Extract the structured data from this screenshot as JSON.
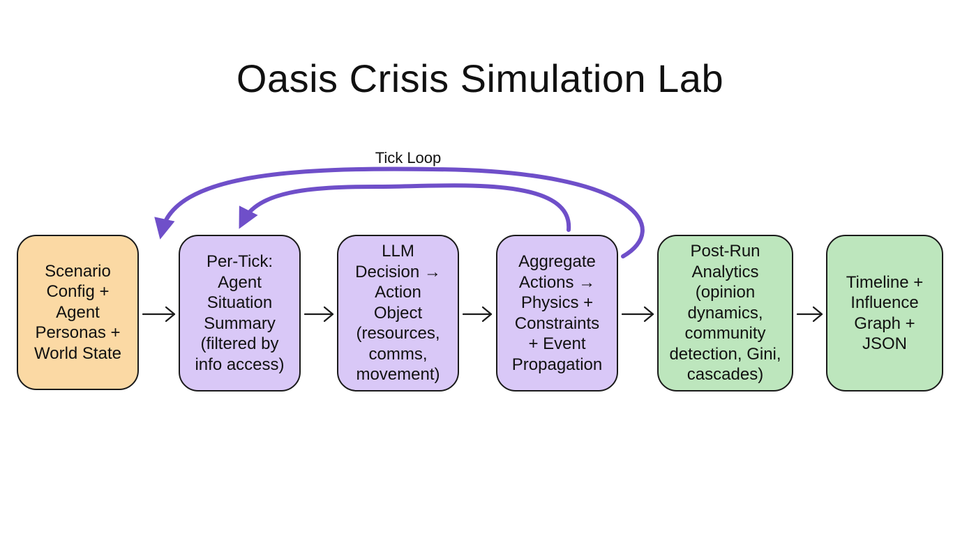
{
  "diagram": {
    "title": "Oasis Crisis Simulation Lab",
    "loop_label": "Tick Loop",
    "colors": {
      "input": "#fbd9a4",
      "loop": "#d9c8f7",
      "output": "#bde6bd",
      "loop_arrow": "#6f4fc9",
      "stroke": "#1a1a1a"
    },
    "nodes": [
      {
        "id": "scenario",
        "label": "Scenario\nConfig +\nAgent\nPersonas +\nWorld State"
      },
      {
        "id": "per_tick",
        "label": "Per-Tick:\nAgent\nSituation\nSummary\n(filtered by\ninfo access)"
      },
      {
        "id": "llm",
        "label": "LLM\nDecision →\nAction\nObject\n(resources,\ncomms,\nmovement)"
      },
      {
        "id": "aggregate",
        "label": "Aggregate\nActions →\nPhysics +\nConstraints\n+ Event\nPropagation"
      },
      {
        "id": "post_run",
        "label": "Post-Run\nAnalytics\n(opinion\ndynamics,\ncommunity\ndetection, Gini,\ncascades)"
      },
      {
        "id": "timeline",
        "label": "Timeline +\nInfluence\nGraph +\nJSON"
      }
    ],
    "edges": [
      {
        "from": "scenario",
        "to": "per_tick"
      },
      {
        "from": "per_tick",
        "to": "llm"
      },
      {
        "from": "llm",
        "to": "aggregate"
      },
      {
        "from": "aggregate",
        "to": "post_run"
      },
      {
        "from": "post_run",
        "to": "timeline"
      },
      {
        "from": "aggregate",
        "to": "per_tick",
        "kind": "loop"
      },
      {
        "from": "aggregate",
        "to": "scenario",
        "kind": "loop"
      }
    ]
  }
}
